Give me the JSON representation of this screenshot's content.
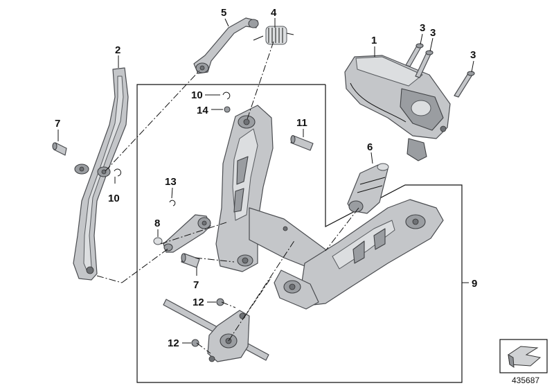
{
  "diagram": {
    "image_number": "435687",
    "callouts": {
      "c1": "1",
      "c2": "2",
      "c3a": "3",
      "c3b": "3",
      "c3c": "3",
      "c4": "4",
      "c5": "5",
      "c6": "6",
      "c7a": "7",
      "c7b": "7",
      "c8": "8",
      "c9": "9",
      "c10a": "10",
      "c10b": "10",
      "c11": "11",
      "c12a": "12",
      "c12b": "12",
      "c13": "13",
      "c14": "14"
    }
  }
}
